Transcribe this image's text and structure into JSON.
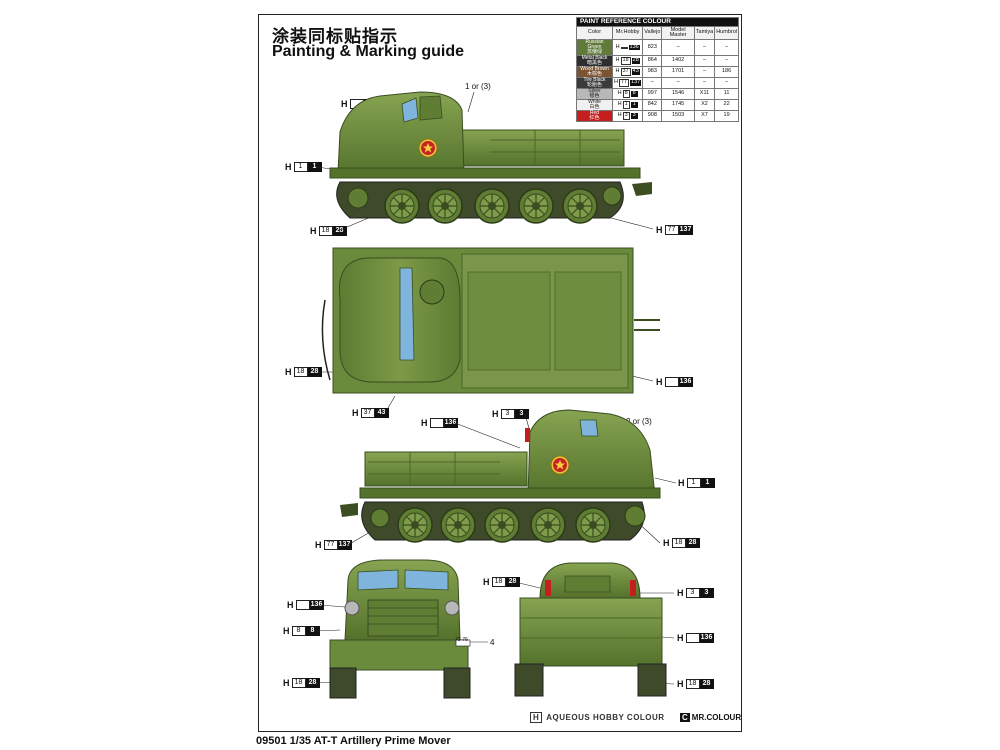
{
  "title_cn": "涂装同标贴指示",
  "title_en": "Painting & Marking guide",
  "footer": "09501 1/35 AT-T Artillery Prime Mover",
  "brand_aqueous": "AQUEOUS HOBBY COLOUR",
  "brand_mr": "MR.COLOUR",
  "brand_aqueous_mark": "H",
  "brand_mr_mark": "C",
  "reference_table": {
    "heading": "PAINT REFERENCE COLOUR",
    "columns": [
      "Color",
      "Mr.Hobby",
      "Vallejo",
      "Model Master",
      "Tamiya",
      "Humbrol"
    ],
    "rows": [
      {
        "name": "Russian Green",
        "name_cn": "苏俄绿",
        "h": "H",
        "c1": "",
        "c2": "136",
        "vallejo": "823",
        "mm": "–",
        "tamiya": "–",
        "humbrol": "–",
        "color": "#5f7a3a"
      },
      {
        "name": "Metal Black",
        "name_cn": "暗黑色",
        "h": "H",
        "c1": "18",
        "c2": "28",
        "vallejo": "864",
        "mm": "1402",
        "tamiya": "–",
        "humbrol": "–",
        "color": "#2e2e2e"
      },
      {
        "name": "Wood Brown",
        "name_cn": "木棕色",
        "h": "H",
        "c1": "37",
        "c2": "43",
        "vallejo": "983",
        "mm": "1701",
        "tamiya": "–",
        "humbrol": "186",
        "color": "#7a5430"
      },
      {
        "name": "Tire Black",
        "name_cn": "轮胎色",
        "h": "H",
        "c1": "77",
        "c2": "137",
        "vallejo": "–",
        "mm": "–",
        "tamiya": "–",
        "humbrol": "–",
        "color": "#3a3a3a"
      },
      {
        "name": "Silver",
        "name_cn": "银色",
        "h": "H",
        "c1": "8",
        "c2": "8",
        "vallejo": "997",
        "mm": "1546",
        "tamiya": "X11",
        "humbrol": "11",
        "color": "#b8b8b8"
      },
      {
        "name": "White",
        "name_cn": "白色",
        "h": "H",
        "c1": "1",
        "c2": "1",
        "vallejo": "842",
        "mm": "1745",
        "tamiya": "X2",
        "humbrol": "22",
        "color": "#f0f0f0"
      },
      {
        "name": "Red",
        "name_cn": "红色",
        "h": "H",
        "c1": "3",
        "c2": "3",
        "vallejo": "908",
        "mm": "1503",
        "tamiya": "X7",
        "humbrol": "19",
        "color": "#c41e1e"
      }
    ]
  },
  "callouts": [
    {
      "id": "c1",
      "h": "H",
      "b1": "",
      "b2": "136"
    },
    {
      "id": "c2",
      "h": "H",
      "b1": "1",
      "b2": "1"
    },
    {
      "id": "c3",
      "h": "H",
      "b1": "18",
      "b2": "28"
    },
    {
      "id": "c4",
      "h": "H",
      "b1": "77",
      "b2": "137"
    },
    {
      "id": "c5",
      "h": "H",
      "b1": "18",
      "b2": "28"
    },
    {
      "id": "c6",
      "h": "H",
      "b1": "",
      "b2": "136"
    },
    {
      "id": "c7",
      "h": "H",
      "b1": "37",
      "b2": "43"
    },
    {
      "id": "c8",
      "h": "H",
      "b1": "",
      "b2": "136"
    },
    {
      "id": "c9",
      "h": "H",
      "b1": "3",
      "b2": "3"
    },
    {
      "id": "c10",
      "h": "H",
      "b1": "1",
      "b2": "1"
    },
    {
      "id": "c11",
      "h": "H",
      "b1": "77",
      "b2": "137"
    },
    {
      "id": "c12",
      "h": "H",
      "b1": "18",
      "b2": "28"
    },
    {
      "id": "c13",
      "h": "H",
      "b1": "18",
      "b2": "28"
    },
    {
      "id": "c14",
      "h": "H",
      "b1": "",
      "b2": "136"
    },
    {
      "id": "c15",
      "h": "H",
      "b1": "3",
      "b2": "3"
    },
    {
      "id": "c16",
      "h": "H",
      "b1": "8",
      "b2": "8"
    },
    {
      "id": "c17",
      "h": "H",
      "b1": "",
      "b2": "136"
    },
    {
      "id": "c18",
      "h": "H",
      "b1": "18",
      "b2": "28"
    },
    {
      "id": "c19",
      "h": "H",
      "b1": "18",
      "b2": "28"
    }
  ],
  "notes": {
    "decal_1or3": "1 or (3)",
    "decal_2or3": "2 or (3)",
    "decal_4": "4",
    "plate": "72-76"
  },
  "colors": {
    "vehicle_green": "#6a8a3c",
    "vehicle_green_dark": "#4f6b2a",
    "vehicle_green_light": "#86a451",
    "track_dark": "#3e4a2a",
    "glass": "#7fb4dc"
  }
}
